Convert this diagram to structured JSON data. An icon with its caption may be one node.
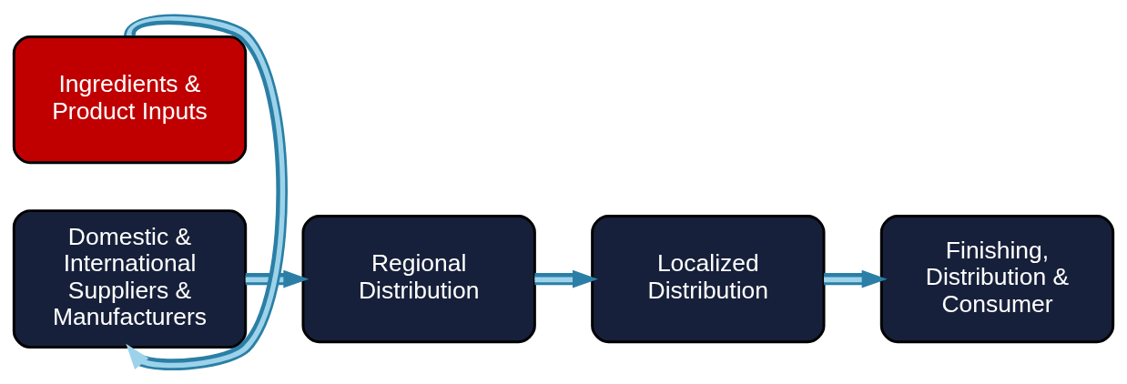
{
  "diagram": {
    "nodes": [
      {
        "text": [
          "Domestic & International Suppliers & Manufacturers"
        ]
      },
      {
        "text": [
          "Regional Distribution"
        ]
      },
      {
        "text": [
          "Localized Distribution"
        ]
      },
      {
        "text": [
          "Finishing, Distribution & Consumer"
        ]
      },
      {
        "text": [
          "Ingredients & Product Inputs"
        ]
      }
    ],
    "edges": [
      {
        "from": 0,
        "to": 1,
        "arrow": "to"
      },
      {
        "from": 1,
        "to": 2,
        "arrow": "to"
      },
      {
        "from": 2,
        "to": 3,
        "arrow": "to"
      },
      {
        "from": 4,
        "to": 0,
        "arrow": "to"
      }
    ]
  }
}
